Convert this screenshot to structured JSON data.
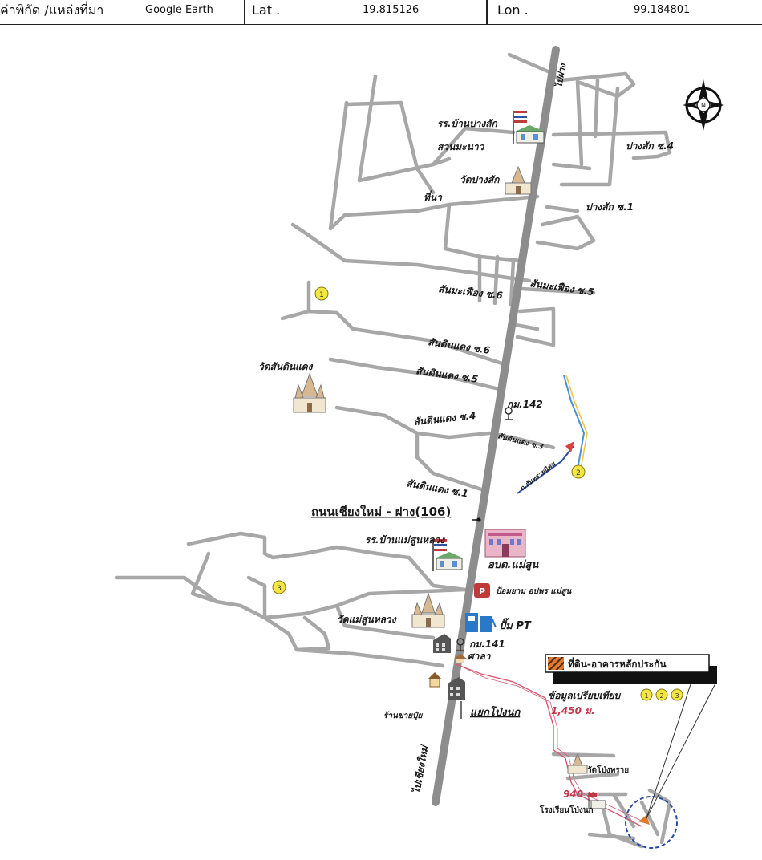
{
  "header": {
    "source_label": "ค่าพิกัด /แหล่งที่มา",
    "source_value": "Google Earth",
    "lat_label": "Lat .",
    "lat_value": "19.815126",
    "lon_label": "Lon .",
    "lon_value": "99.184801"
  },
  "map": {
    "main_road": "ถนนเชียงใหม่ - ฝาง(106)",
    "to_fang": "ไปฝาง",
    "to_chiangmai": "ไปเชียงใหม่",
    "compass": "N",
    "places": {
      "school_pangsak": "รร.บ้านปางสัก",
      "suan_mao": "สวนมะนาว",
      "wat_pangsak": "วัดปางสัก",
      "rice_field": "ที่นา",
      "pangsak_4": "ปางสัก ซ.4",
      "pangsak_1": "ปางสัก ซ.1",
      "sanmafueang_6": "สันมะเฟือง ซ.6",
      "sanmafueang_5": "สันมะเฟือง ซ.5",
      "sandindaeng_6": "สันดินแดง ซ.6",
      "sandindaeng_5": "สันดินแดง ซ.5",
      "sandindaeng_4": "สันดินแดง ซ.4",
      "sandindaeng_3": "สันดินแดง ซ.3",
      "sandindaeng_1": "สันดินแดง ซ.1",
      "wat_sandindaeng": "วัดสันดินแดง",
      "km142": "กม.142",
      "km141": "กม.141",
      "side_road": "ถ.สันทรายนิคม",
      "school_maesun": "รร.บ้านแม่สูนหลวง",
      "obt_maesun": "อบต.แม่สูน",
      "police_box": "ป้อมยาม อปพร แม่สูน",
      "wat_maesun": "วัดแม่สูนหลวง",
      "pt_station": "ปั๊ม PT",
      "sala": "ศาลา",
      "fertilizer_shop": "ร้านขายปุ๋ย",
      "khok_pong_junction": "แยกโป่งนก",
      "wat_pongsai": "วัดโป่งทราย",
      "school_pongnok": "โรงเรียนโป่งนก"
    },
    "distances": {
      "d1": "1,450 ม.",
      "d2": "940 ม."
    },
    "markers": [
      "1",
      "2",
      "3"
    ],
    "legend": {
      "collateral": "ที่ดิน-อาคารหลักประกัน",
      "comparison": "ข้อมูลเปรียบเทียบ"
    },
    "colors": {
      "road": "#a7a7a7",
      "main_road": "#8d8d8d",
      "marker": "#f2e640",
      "hatch": "#e07a2e",
      "route": "#d85a72",
      "circle": "#2a4aa8"
    }
  }
}
